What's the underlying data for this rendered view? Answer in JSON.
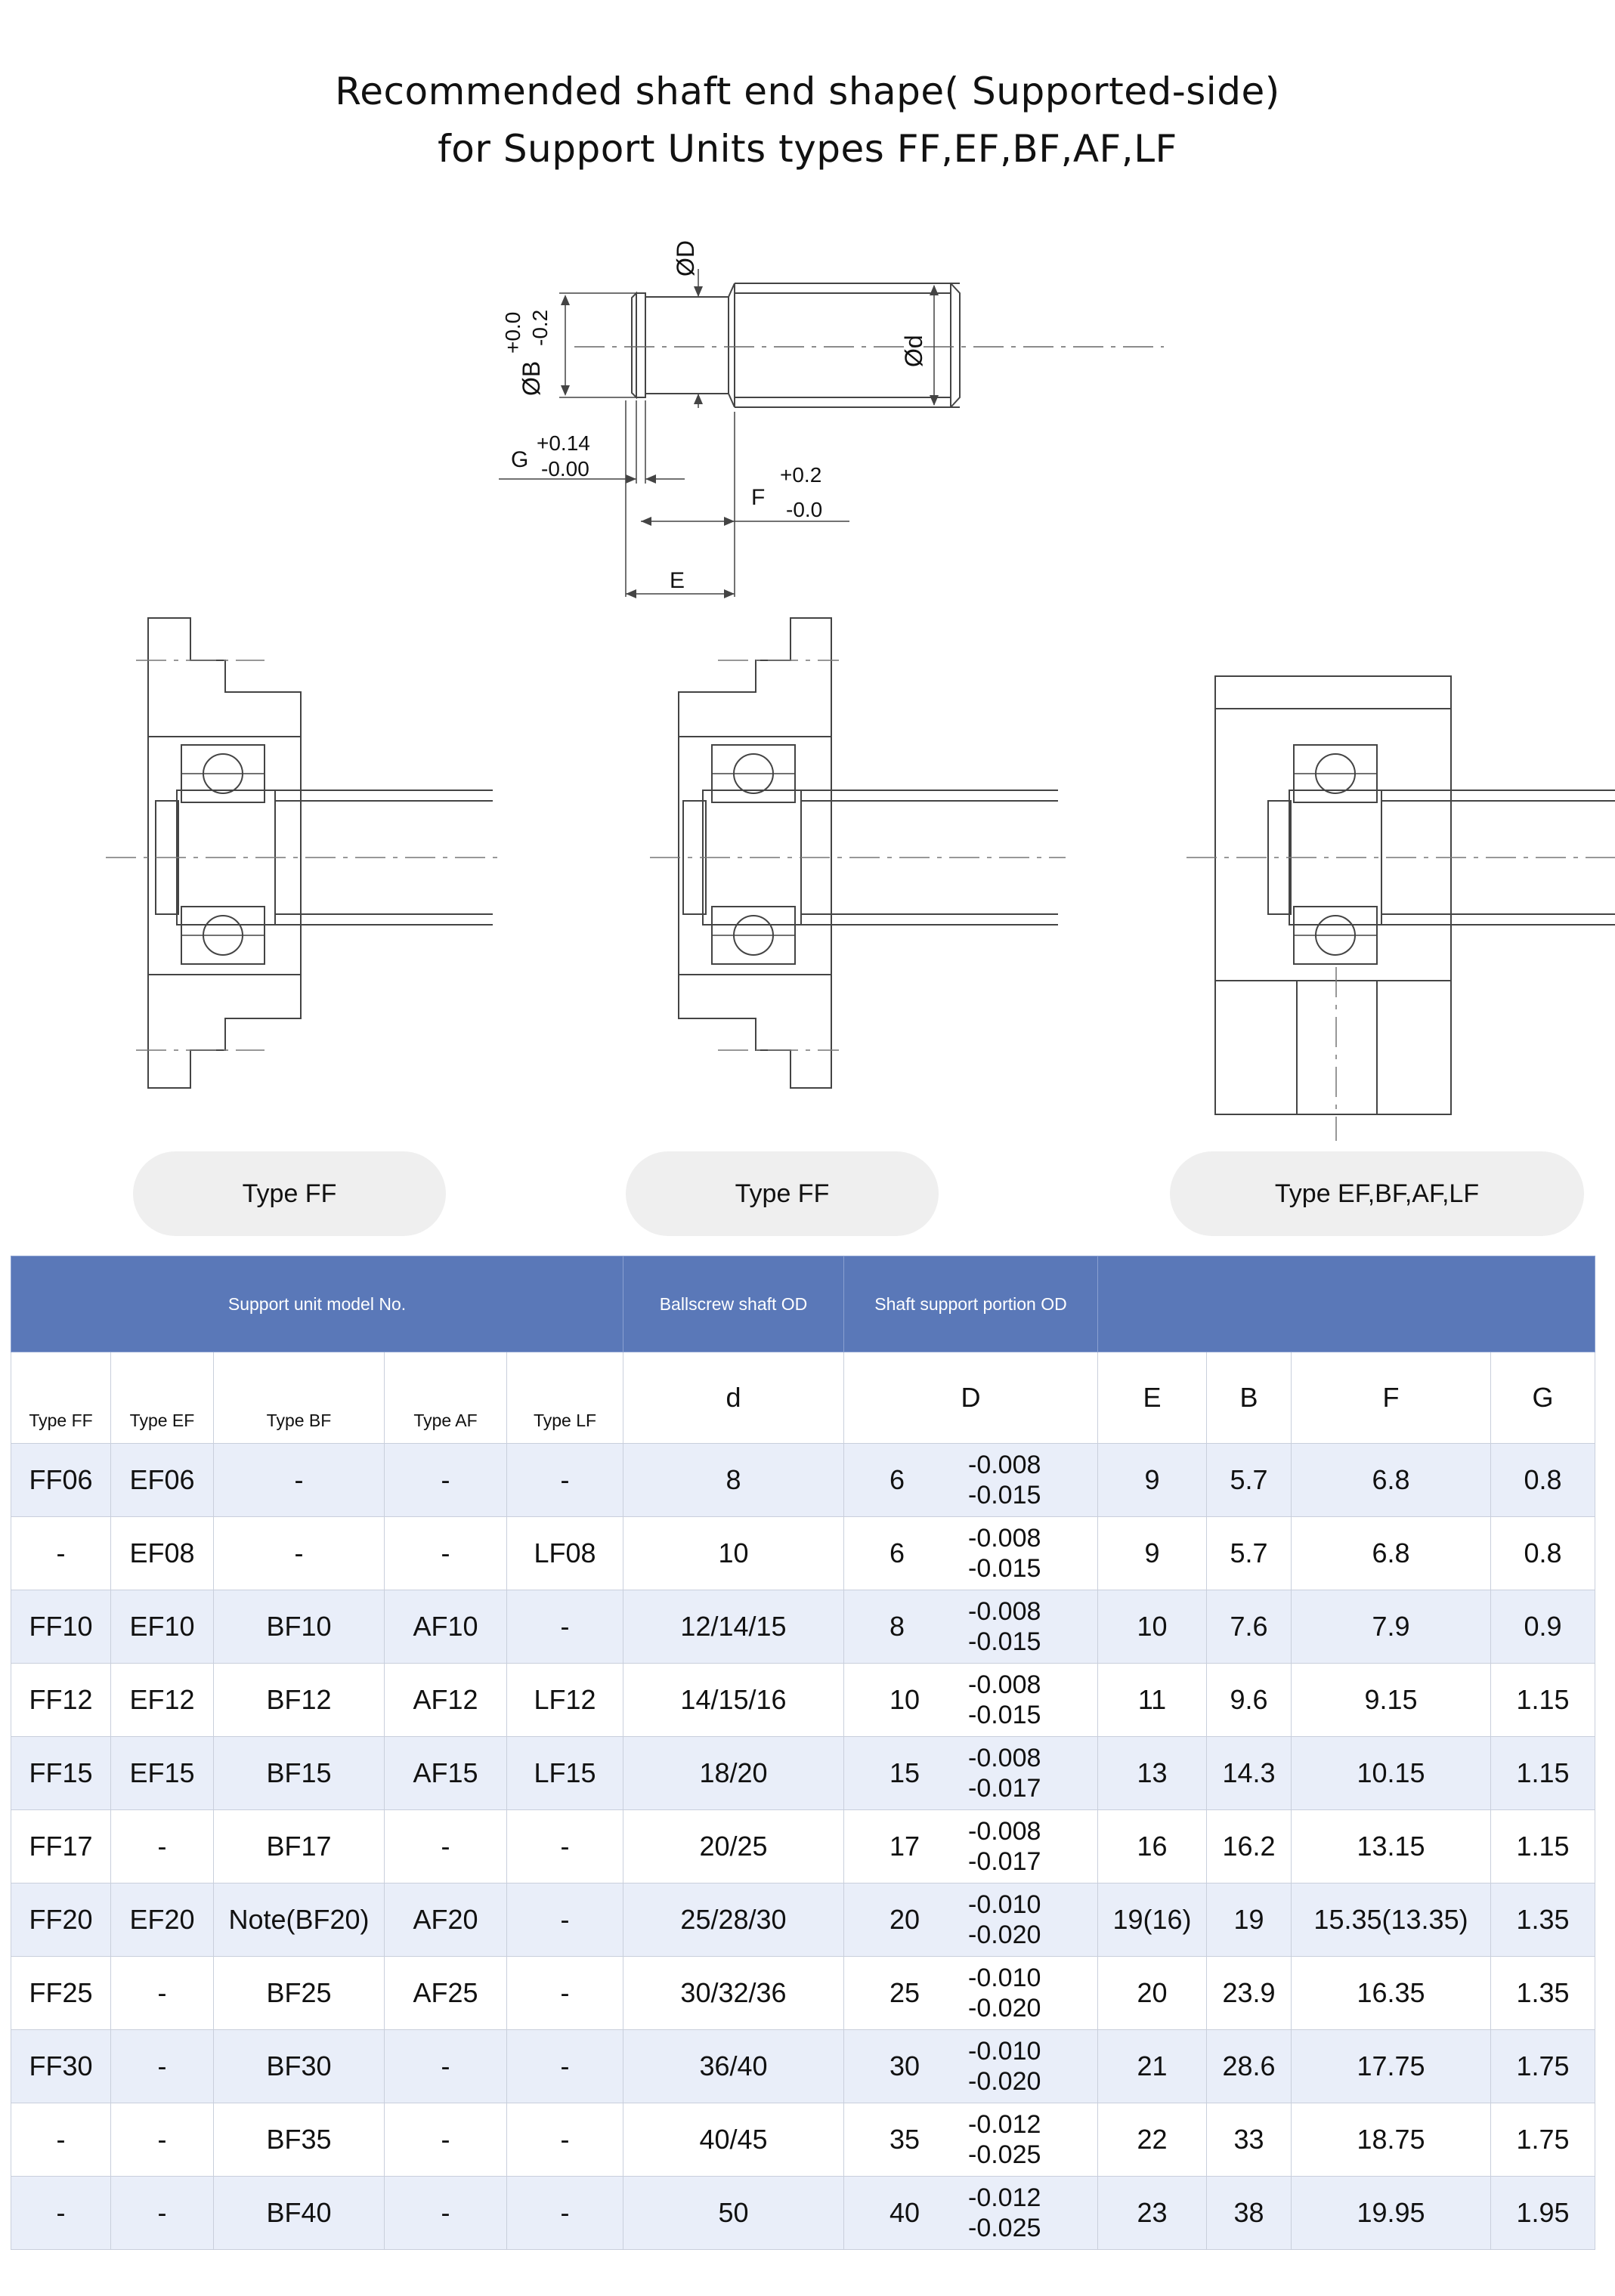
{
  "title": {
    "line1": "Recommended shaft end shape( Supported-side)",
    "line2": "for Support Units types FF,EF,BF,AF,LF"
  },
  "shaft_diagram": {
    "label_D": "ØD",
    "label_d": "Ød",
    "label_B": "ØB",
    "B_tol_upper": "+0.0",
    "B_tol_lower": "-0.2",
    "label_G": "G",
    "G_tol_upper": "+0.14",
    "G_tol_lower": "-0.00",
    "label_F": "F",
    "F_tol_upper": "+0.2",
    "F_tol_lower": "-0.0",
    "label_E": "E"
  },
  "type_labels": [
    "Type FF",
    "Type FF",
    "Type EF,BF,AF,LF"
  ],
  "table": {
    "group_headers": {
      "support_unit": "Support unit model No.",
      "shaft_od": "Ballscrew shaft OD",
      "support_od": "Shaft support portion OD"
    },
    "column_headers": [
      "Type FF",
      "Type EF",
      "Type BF",
      "Type AF",
      "Type LF",
      "d",
      "D",
      "E",
      "B",
      "F",
      "G"
    ],
    "rows": [
      {
        "ff": "FF06",
        "ef": "EF06",
        "bf": "-",
        "af": "-",
        "lf": "-",
        "d": "8",
        "D": "6",
        "tol_u": "-0.008",
        "tol_l": "-0.015",
        "E": "9",
        "B": "5.7",
        "F": "6.8",
        "G": "0.8"
      },
      {
        "ff": "-",
        "ef": "EF08",
        "bf": "-",
        "af": "-",
        "lf": "LF08",
        "d": "10",
        "D": "6",
        "tol_u": "-0.008",
        "tol_l": "-0.015",
        "E": "9",
        "B": "5.7",
        "F": "6.8",
        "G": "0.8"
      },
      {
        "ff": "FF10",
        "ef": "EF10",
        "bf": "BF10",
        "af": "AF10",
        "lf": "-",
        "d": "12/14/15",
        "D": "8",
        "tol_u": "-0.008",
        "tol_l": "-0.015",
        "E": "10",
        "B": "7.6",
        "F": "7.9",
        "G": "0.9"
      },
      {
        "ff": "FF12",
        "ef": "EF12",
        "bf": "BF12",
        "af": "AF12",
        "lf": "LF12",
        "d": "14/15/16",
        "D": "10",
        "tol_u": "-0.008",
        "tol_l": "-0.015",
        "E": "11",
        "B": "9.6",
        "F": "9.15",
        "G": "1.15"
      },
      {
        "ff": "FF15",
        "ef": "EF15",
        "bf": "BF15",
        "af": "AF15",
        "lf": "LF15",
        "d": "18/20",
        "D": "15",
        "tol_u": "-0.008",
        "tol_l": "-0.017",
        "E": "13",
        "B": "14.3",
        "F": "10.15",
        "G": "1.15"
      },
      {
        "ff": "FF17",
        "ef": "-",
        "bf": "BF17",
        "af": "-",
        "lf": "-",
        "d": "20/25",
        "D": "17",
        "tol_u": "-0.008",
        "tol_l": "-0.017",
        "E": "16",
        "B": "16.2",
        "F": "13.15",
        "G": "1.15"
      },
      {
        "ff": "FF20",
        "ef": "EF20",
        "bf": "Note(BF20)",
        "af": "AF20",
        "lf": "-",
        "d": "25/28/30",
        "D": "20",
        "tol_u": "-0.010",
        "tol_l": "-0.020",
        "E": "19(16)",
        "B": "19",
        "F": "15.35(13.35)",
        "G": "1.35"
      },
      {
        "ff": "FF25",
        "ef": "-",
        "bf": "BF25",
        "af": "AF25",
        "lf": "-",
        "d": "30/32/36",
        "D": "25",
        "tol_u": "-0.010",
        "tol_l": "-0.020",
        "E": "20",
        "B": "23.9",
        "F": "16.35",
        "G": "1.35"
      },
      {
        "ff": "FF30",
        "ef": "-",
        "bf": "BF30",
        "af": "-",
        "lf": "-",
        "d": "36/40",
        "D": "30",
        "tol_u": "-0.010",
        "tol_l": "-0.020",
        "E": "21",
        "B": "28.6",
        "F": "17.75",
        "G": "1.75"
      },
      {
        "ff": "-",
        "ef": "-",
        "bf": "BF35",
        "af": "-",
        "lf": "-",
        "d": "40/45",
        "D": "35",
        "tol_u": "-0.012",
        "tol_l": "-0.025",
        "E": "22",
        "B": "33",
        "F": "18.75",
        "G": "1.75"
      },
      {
        "ff": "-",
        "ef": "-",
        "bf": "BF40",
        "af": "-",
        "lf": "-",
        "d": "50",
        "D": "40",
        "tol_u": "-0.012",
        "tol_l": "-0.025",
        "E": "23",
        "B": "38",
        "F": "19.95",
        "G": "1.95"
      }
    ]
  }
}
